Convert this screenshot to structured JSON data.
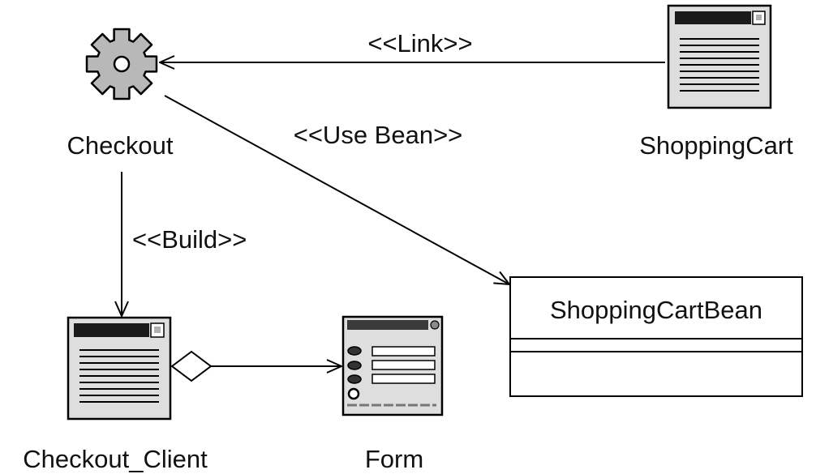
{
  "nodes": {
    "checkout": {
      "label": "Checkout",
      "icon": "gear-icon"
    },
    "shopping_cart": {
      "label": "ShoppingCart",
      "icon": "web-page-icon"
    },
    "checkout_client": {
      "label": "Checkout_Client",
      "icon": "web-page-icon"
    },
    "form": {
      "label": "Form",
      "icon": "web-form-icon"
    },
    "shopping_cart_bean": {
      "label": "ShoppingCartBean"
    }
  },
  "edges": {
    "link": {
      "label": "<<Link>>"
    },
    "use_bean": {
      "label": "<<Use Bean>>"
    },
    "build": {
      "label": "<<Build>>"
    },
    "aggregation": {
      "label": ""
    }
  },
  "colors": {
    "line": "#000000",
    "page_fill": "#dedede",
    "page_titlebar": "#1a1a1a",
    "gear_fill": "#b8b8b8",
    "class_box_fill": "#ffffff"
  }
}
